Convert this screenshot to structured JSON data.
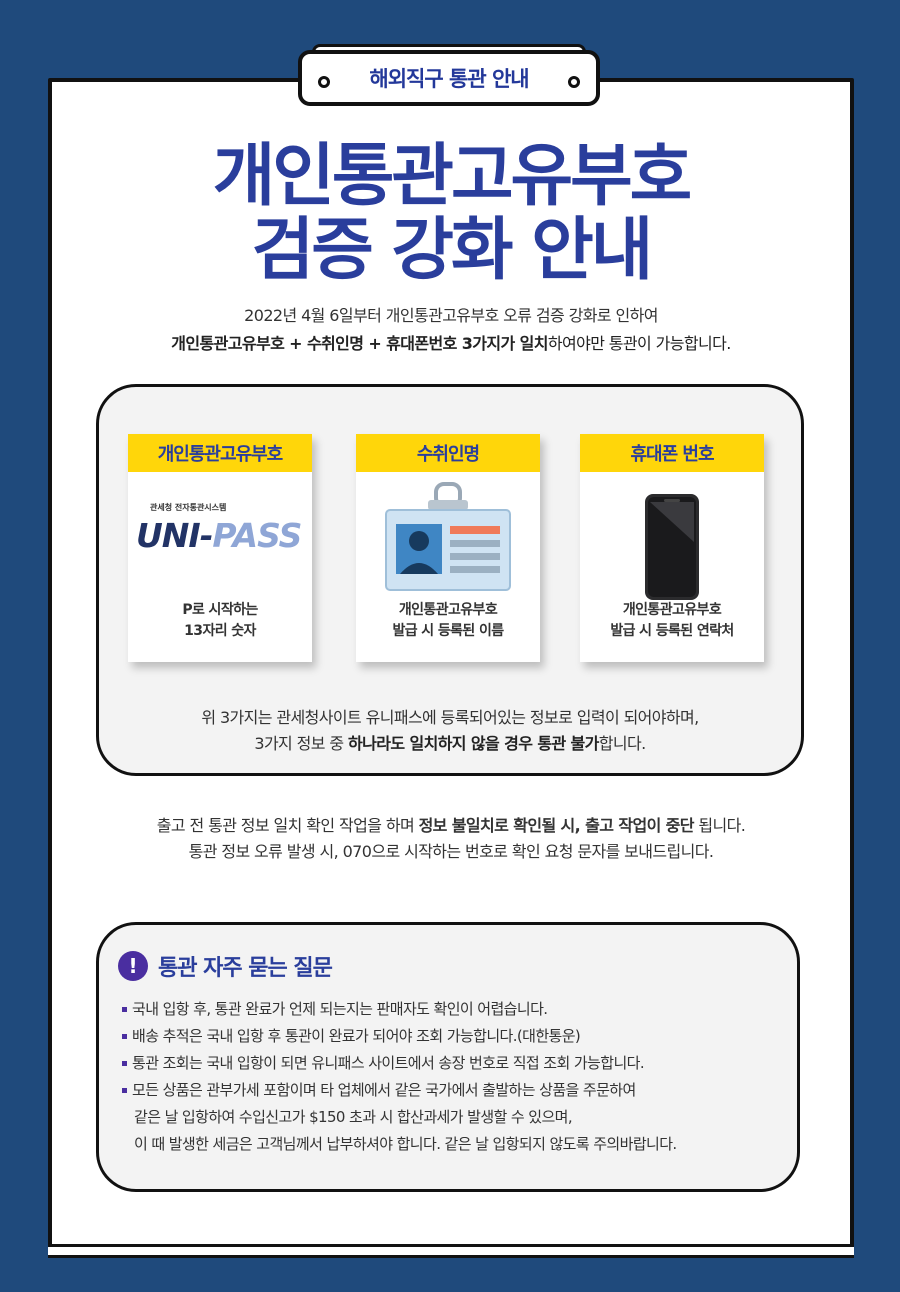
{
  "tab": {
    "title": "해외직구 통관 안내"
  },
  "title": {
    "line1": "개인통관고유부호",
    "line2": "검증 강화 안내"
  },
  "intro": {
    "line1": "2022년 4월 6일부터 개인통관고유부호 오류 검증 강화로 인하여",
    "line2_bold": "개인통관고유부호 + 수취인명 + 휴대폰번호 3가지가 일치",
    "line2_rest": "하여야만 통관이 가능합니다."
  },
  "cards": [
    {
      "title": "개인통관고유부호",
      "logo_small": "관세청 전자통관시스템",
      "logo_main": "UNI-",
      "logo_pass": "PASS",
      "caption1": "P로 시작하는",
      "caption2": "13자리 숫자"
    },
    {
      "title": "수취인명",
      "caption1": "개인통관고유부호",
      "caption2": "발급 시 등록된 이름"
    },
    {
      "title": "휴대폰 번호",
      "caption1": "개인통관고유부호",
      "caption2": "발급 시 등록된 연락처"
    }
  ],
  "box_text": {
    "line1": "위 3가지는 관세청사이트 유니패스에 등록되어있는 정보로 입력이 되어야하며,",
    "line2_pre": "3가지 정보 중 ",
    "line2_bold": "하나라도 일치하지 않을 경우 통관 불가",
    "line2_post": "합니다."
  },
  "notice": {
    "line1_pre": "출고 전 통관 정보 일치 확인 작업을 하며 ",
    "line1_bold": "정보 불일치로 확인될 시, 출고 작업이 중단",
    "line1_post": " 됩니다.",
    "line2": "통관 정보 오류 발생 시, 070으로 시작하는 번호로 확인 요청 문자를 보내드립니다."
  },
  "faq": {
    "icon": "!",
    "title": "통관 자주 묻는 질문",
    "items": [
      "국내 입항 후, 통관 완료가 언제 되는지는 판매자도 확인이 어렵습니다.",
      "배송 추적은 국내 입항 후 통관이 완료가 되어야 조회 가능합니다.(대한통운)",
      "통관 조회는  국내 입항이 되면 유니패스 사이트에서 송장 번호로 직접 조회 가능합니다.",
      "모든 상품은 관부가세 포함이며 타 업체에서  같은 국가에서 출발하는 상품을 주문하여"
    ],
    "continuation": [
      "같은 날 입항하여 수입신고가 $150 초과 시 합산과세가 발생할 수 있으며,",
      "이 때 발생한 세금은 고객님께서 납부하셔야 합니다. 같은 날 입항되지 않도록 주의바랍니다."
    ]
  },
  "colors": {
    "background": "#1f4a7c",
    "title": "#2a3e9c",
    "card_head": "#ffd60a",
    "accent": "#4a2ea0"
  }
}
